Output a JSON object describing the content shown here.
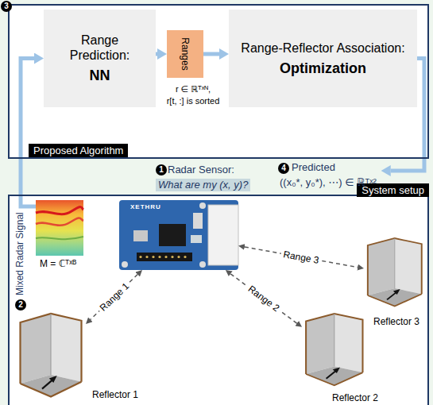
{
  "diagram": {
    "nodes": [
      {
        "text": [
          "Proposed Algorithm"
        ]
      },
      {
        "text": [
          "Range Prediction:",
          "NN"
        ],
        "in": 0
      },
      {
        "text": [
          "Ranges"
        ],
        "in": 0
      },
      {
        "text": [
          "Range-Reflector Association:",
          "Optimization"
        ],
        "in": 0
      },
      {
        "text": [
          "System setup"
        ]
      },
      {
        "text": [
          "Radar Sensor:",
          "What are my (x, y)?"
        ],
        "in": 4
      },
      {
        "text": [
          "Mixed Radar Signal",
          "M = ℂᵀˣᴮ"
        ],
        "in": 4
      },
      {
        "text": [
          "Reflector 3"
        ],
        "in": 4
      },
      {
        "text": [
          "Reflector 1"
        ],
        "in": 4
      },
      {
        "text": [
          "Reflector 2"
        ],
        "in": 4
      }
    ],
    "edges": [
      {
        "from": 1,
        "to": 2,
        "arrow": "to"
      },
      {
        "from": 2,
        "to": 3,
        "arrow": "to"
      },
      {
        "from": 6,
        "to": 1,
        "arrow": "to"
      },
      {
        "from": 5,
        "to": 8,
        "label": "Range 1",
        "arrow": "both"
      },
      {
        "from": 5,
        "to": 9,
        "label": "Range 2",
        "arrow": "both"
      },
      {
        "from": 5,
        "to": 7,
        "label": "Range 3",
        "arrow": "both"
      }
    ],
    "labels": [
      "3",
      "r ∈ ℝᵀˣᴺ,",
      "r[t, :] is sorted",
      "1",
      "4",
      "Predicted",
      "((x₀*, y₀*), ⋯) ∈ ℝᵀˣ²",
      "2",
      "XETHRU"
    ]
  }
}
